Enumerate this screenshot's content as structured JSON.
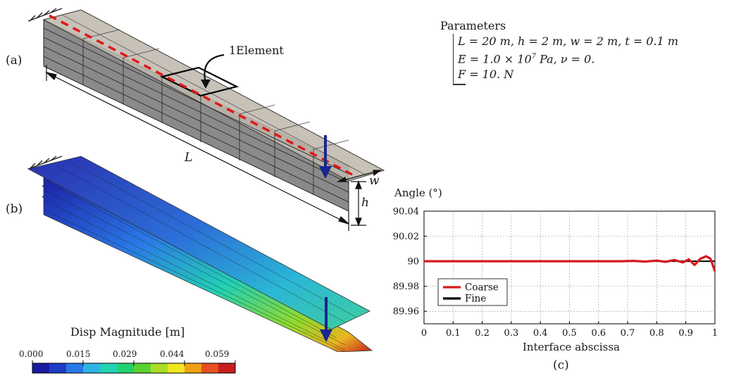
{
  "labels": {
    "a": "(a)",
    "b": "(b)",
    "c": "(c)",
    "element": "1Element",
    "L": "L",
    "h": "h",
    "w": "w"
  },
  "parameters": {
    "title": "Parameters",
    "line1": "L = 20 m,  h = 2 m,  w = 2 m,  t = 0.1 m",
    "line2_prefix": "E = 1.0 × 10",
    "line2_exp": "7",
    "line2_suffix": " Pa,  ν = 0.",
    "line3": "F = 10. N"
  },
  "colorbar": {
    "title": "Disp Magnitude [m]",
    "ticks": [
      "0.000",
      "0.015",
      "0.029",
      "0.044",
      "0.059"
    ],
    "colors": [
      "#1a1aa0",
      "#1e3cc8",
      "#2a78e6",
      "#2eb4e6",
      "#22d2b4",
      "#22d26e",
      "#5ad232",
      "#aadc28",
      "#f0e61e",
      "#f0a014",
      "#e6501e",
      "#c81e1e"
    ]
  },
  "chart_data": {
    "type": "line",
    "ylabel": "Angle (°)",
    "xlabel": "Interface abscissa",
    "xlim": [
      0,
      1
    ],
    "ylim": [
      89.95,
      90.04
    ],
    "xticks": [
      "0",
      "0.1",
      "0.2",
      "0.3",
      "0.4",
      "0.5",
      "0.6",
      "0.7",
      "0.8",
      "0.9",
      "1"
    ],
    "yticks": [
      "90.04",
      "90.02",
      "90",
      "89.98",
      "89.96"
    ],
    "grid": true,
    "legend_position": "bottom-left",
    "series": [
      {
        "name": "Coarse",
        "color": "#d7191c",
        "x": [
          0,
          0.1,
          0.2,
          0.3,
          0.4,
          0.5,
          0.6,
          0.68,
          0.72,
          0.76,
          0.8,
          0.83,
          0.86,
          0.89,
          0.91,
          0.93,
          0.95,
          0.97,
          0.985,
          1.0
        ],
        "y": [
          90,
          90,
          90,
          90,
          90,
          90,
          90,
          90,
          90.0003,
          89.9997,
          90.0005,
          89.9995,
          90.001,
          89.999,
          90.0015,
          89.997,
          90.002,
          90.004,
          90.002,
          89.992
        ]
      },
      {
        "name": "Fine",
        "color": "#000000",
        "x": [
          0,
          0.5,
          1.0
        ],
        "y": [
          90,
          90,
          90
        ]
      }
    ]
  }
}
